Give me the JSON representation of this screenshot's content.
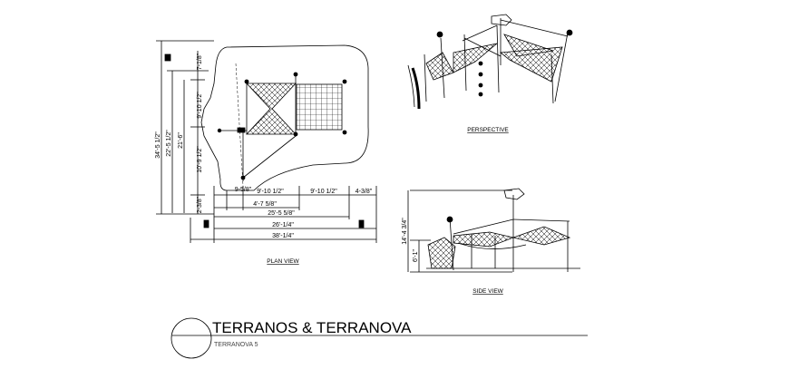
{
  "title": "TERRANOS & TERRANOVA",
  "subtitle": "TERRANOVA 5",
  "views": {
    "plan": "PLAN VIEW",
    "perspective": "PERSPECTIVE",
    "side": "SIDE VIEW"
  },
  "plan_dims": {
    "overall_height": "34'-5 1/2\"",
    "inner_height": "22'-5 1/2\"",
    "height_21": "21'-6\"",
    "top_offset": "7-1/8\"",
    "upper_seg": "9'-10 1/2\"",
    "lower_seg": "10'-9 1/2\"",
    "bottom_offset": "2-3/8\"",
    "seg_a": "9-5/8\"",
    "seg_b": "9'-10 1/2\"",
    "seg_c": "9'-10 1/2\"",
    "seg_d": "4-3/8\"",
    "seg_e": "4'-7 5/8\"",
    "len_1": "25'-5 5/8\"",
    "len_2": "26'-1/4\"",
    "len_3": "38'-1/4\""
  },
  "side_dims": {
    "height_total": "14'-4 3/4\"",
    "height_low": "6'-1\""
  }
}
